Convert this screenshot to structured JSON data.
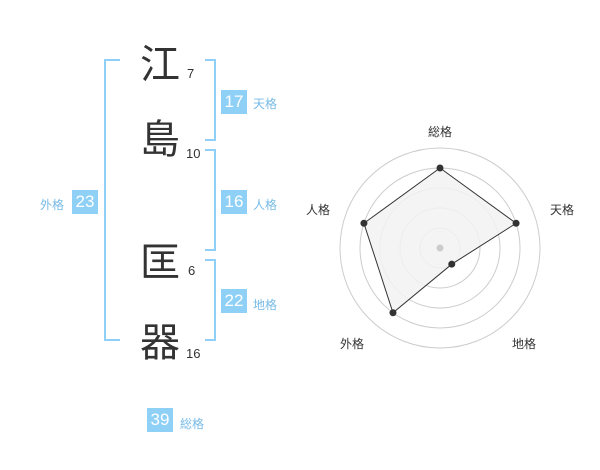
{
  "name": {
    "kanji": [
      "江",
      "島",
      "匡",
      "器"
    ],
    "strokes": [
      "7",
      "10",
      "6",
      "16"
    ]
  },
  "fortune": {
    "tenkaku": {
      "value": "17",
      "label": "天格"
    },
    "jinkaku": {
      "value": "16",
      "label": "人格"
    },
    "chikaku": {
      "value": "22",
      "label": "地格"
    },
    "gaikaku": {
      "value": "23",
      "label": "外格"
    },
    "soukaku": {
      "value": "39",
      "label": "総格"
    }
  },
  "radar": {
    "axes": [
      "総格",
      "天格",
      "地格",
      "外格",
      "人格"
    ],
    "values": [
      4,
      4,
      1,
      4,
      4
    ],
    "max": 5,
    "colors": {
      "fill": "#f2f2f2",
      "line": "#333333",
      "grid": "#cccccc",
      "center": "#cccccc"
    }
  },
  "colors": {
    "accent": "#8fd0f7",
    "bracket": "#8fd0f7"
  }
}
